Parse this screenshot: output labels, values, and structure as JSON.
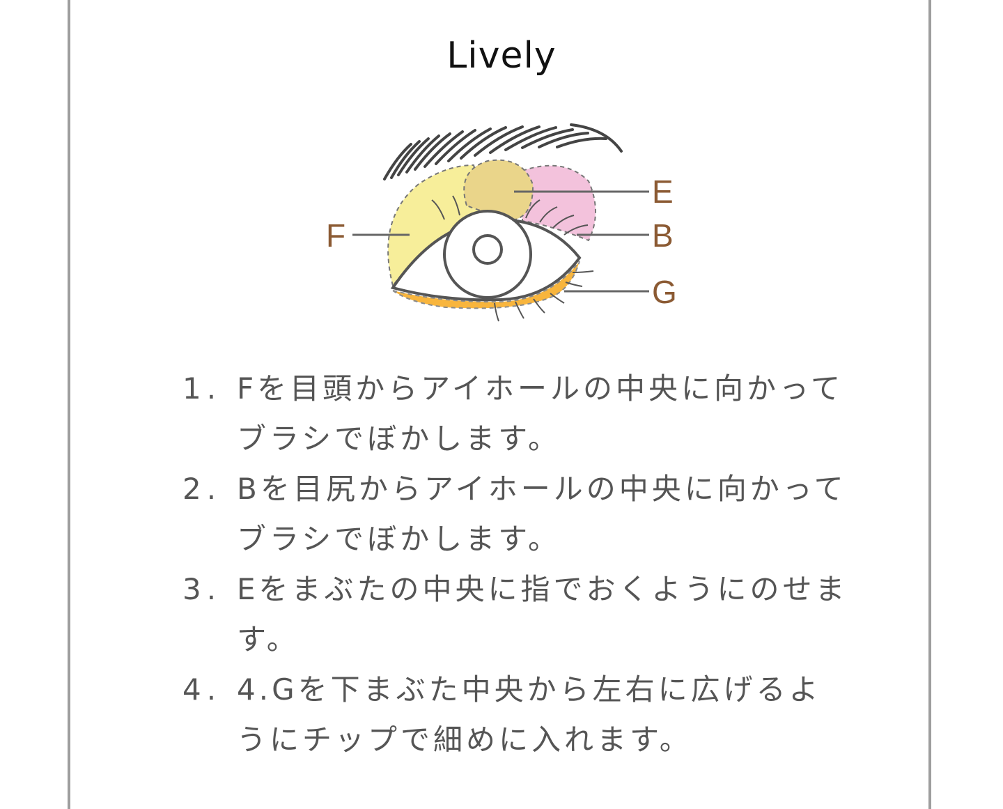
{
  "title": "Lively",
  "diagram": {
    "labels": {
      "e": "E",
      "b": "B",
      "f": "F",
      "g": "G"
    },
    "colors": {
      "f_zone": "#f7ee9a",
      "e_zone": "#ead58a",
      "b_zone": "#f3c2dc",
      "g_zone": "#f7a91c",
      "leader": "#666666",
      "label": "#8b5a33"
    }
  },
  "steps": [
    {
      "num": "1.",
      "text": "Fを目頭からアイホールの中央に向かって\nブラシでぼかします。"
    },
    {
      "num": "2.",
      "text": "Bを目尻からアイホールの中央に向かって\nブラシでぼかします。"
    },
    {
      "num": "3.",
      "text": "Eをまぶたの中央に指でおくようにのせま\nす。"
    },
    {
      "num": "4.",
      "text": "4.Gを下まぶた中央から左右に広げるよ\nうにチップで細めに入れます。"
    }
  ]
}
